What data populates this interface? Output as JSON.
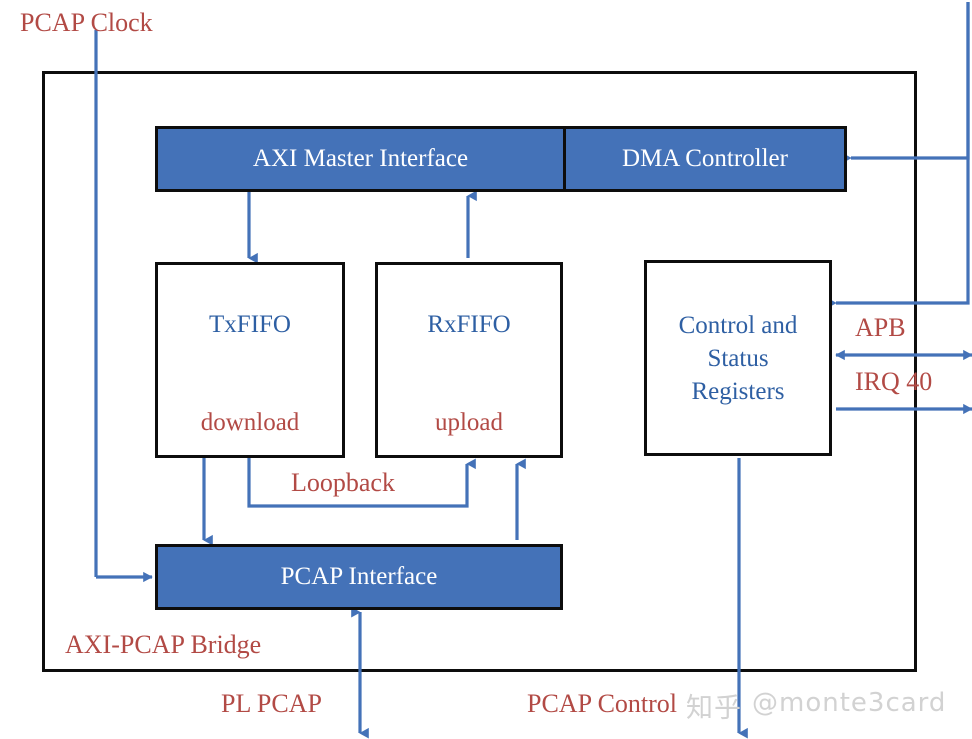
{
  "diagram": {
    "title": "AXI-PCAP Bridge block diagram",
    "colors": {
      "block_fill_blue": "#4472B8",
      "block_border": "#0D0D0D",
      "arrow_blue": "#4472B8",
      "label_red": "#B24A45",
      "label_blue": "#2E5FA3",
      "background": "#FFFFFF",
      "watermark": "#D2D2D2"
    },
    "outer_block_label": "AXI-PCAP Bridge",
    "blocks": [
      {
        "id": "axi-master-interface",
        "label": "AXI Master Interface",
        "style": "filled-blue"
      },
      {
        "id": "dma-controller",
        "label": "DMA Controller",
        "style": "filled-blue"
      },
      {
        "id": "txfifo",
        "label": "TxFIFO",
        "style": "outline-white"
      },
      {
        "id": "rxfifo",
        "label": "RxFIFO",
        "style": "outline-white"
      },
      {
        "id": "control-status-registers",
        "label": "Control and Status Registers",
        "label_lines": [
          "Control and",
          "Status",
          "Registers"
        ],
        "style": "outline-white"
      },
      {
        "id": "pcap-interface",
        "label": "PCAP Interface",
        "style": "filled-blue"
      }
    ],
    "inline_labels": {
      "txfifo_flow": "download",
      "rxfifo_flow": "upload",
      "loopback": "Loopback"
    },
    "signal_labels": [
      {
        "id": "pcap-clock",
        "text": "PCAP Clock"
      },
      {
        "id": "apb",
        "text": "APB"
      },
      {
        "id": "irq-40",
        "text": "IRQ 40"
      },
      {
        "id": "pl-pcap",
        "text": "PL PCAP"
      },
      {
        "id": "pcap-control",
        "text": "PCAP Control"
      }
    ],
    "watermark": {
      "logo": "知乎",
      "handle": "@monte3card"
    }
  }
}
